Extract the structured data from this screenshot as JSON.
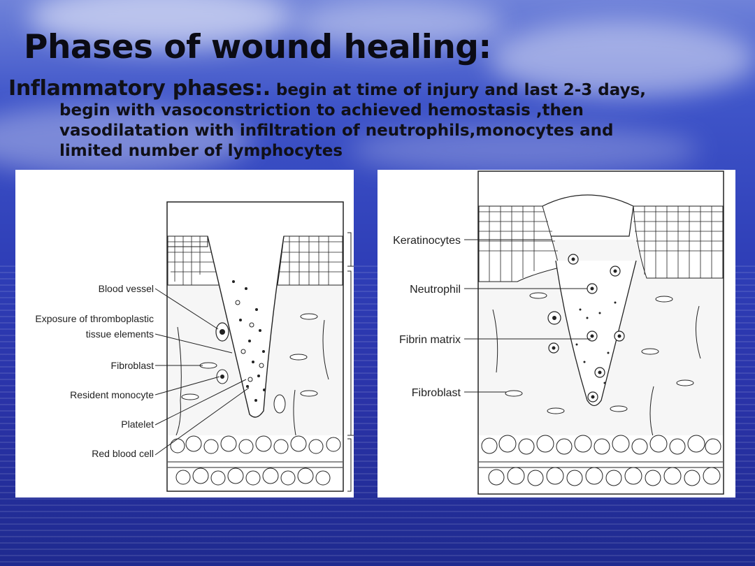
{
  "slide": {
    "title": "Phases of wound healing:",
    "lead": "Inflammatory phases:.",
    "line1": " begin at time of injury and last 2-3 days,",
    "line2": "begin with vasoconstriction to achieved hemostasis ,then",
    "line3": "vasodilatation with infiltration of neutrophils,monocytes and",
    "line4": "limited number of lymphocytes"
  },
  "figure_left": {
    "labels": [
      "Blood vessel",
      "Exposure of thromboplastic",
      "tissue elements",
      "Fibroblast",
      "Resident monocyte",
      "Platelet",
      "Red blood cell"
    ]
  },
  "figure_right": {
    "labels": [
      "Keratinocytes",
      "Neutrophil",
      "Fibrin matrix",
      "Fibroblast"
    ]
  }
}
